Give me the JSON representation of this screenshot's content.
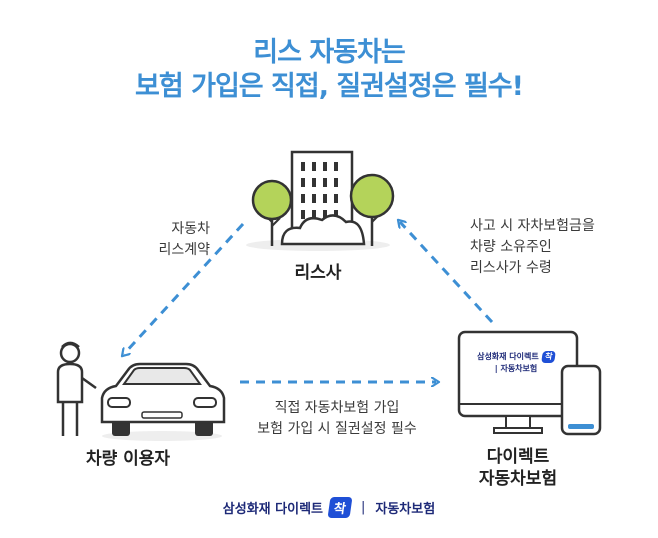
{
  "title": {
    "line1": "리스 자동차는",
    "line2": "보험 가입은 직접, 질권설정은 필수!"
  },
  "nodes": {
    "lessor": "리스사",
    "user": "차량 이용자",
    "insurer_line1": "다이렉트",
    "insurer_line2": "자동차보험"
  },
  "edges": {
    "lease_contract": [
      "자동차",
      "리스계약"
    ],
    "payment": [
      "사고 시 자차보험금을",
      "차량 소유주인",
      "리스사가 수령"
    ],
    "enrollment": [
      "직접 자동차보험 가입",
      "보험 가입 시 질권설정 필수"
    ]
  },
  "monitor_brand": {
    "name": "삼성화재 다이렉트",
    "badge": "착",
    "product": "자동차보험"
  },
  "footer": {
    "brand": "삼성화재 다이렉트",
    "badge": "착",
    "product": "자동차보험"
  },
  "colors": {
    "accent": "#3d8fd4",
    "arrow": "#3d8fd4",
    "tree": "#b4d35a",
    "brand_navy": "#1e2a78",
    "brand_blue": "#1f4fd6"
  }
}
